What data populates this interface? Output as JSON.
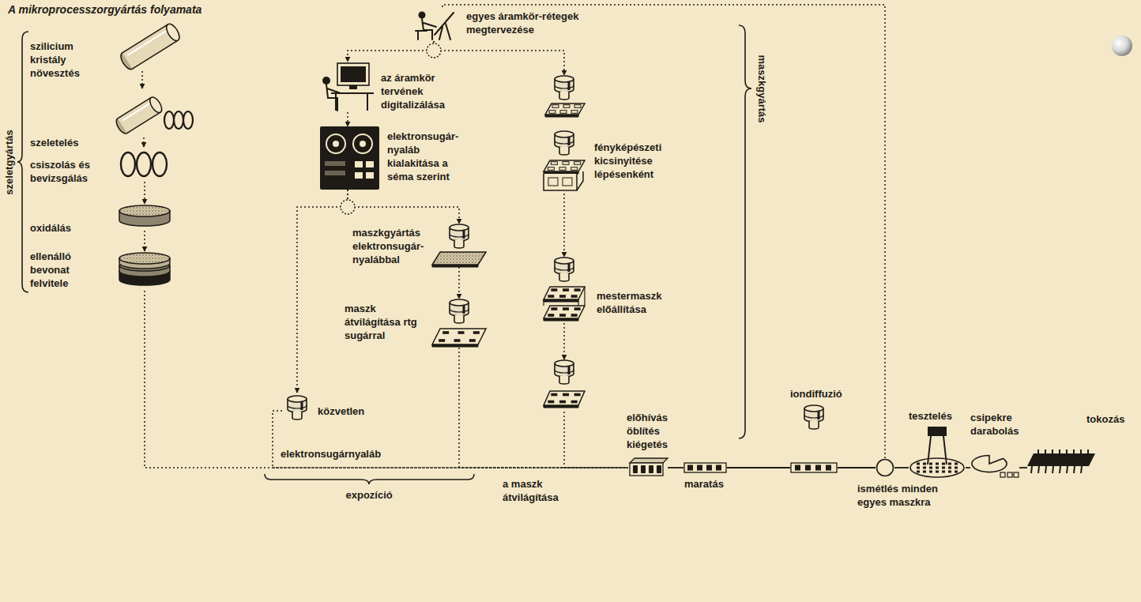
{
  "diagram": {
    "title": "A mikroprocesszorgyártás folyamata",
    "nodes": [
      {
        "text": [
          "szilicium kristály növesztés"
        ]
      },
      {
        "text": [
          "szeletelés"
        ]
      },
      {
        "text": [
          "csiszolás és bevizsgálás"
        ]
      },
      {
        "text": [
          "oxidálás"
        ]
      },
      {
        "text": [
          "ellenálló bevonat felvitele"
        ]
      },
      {
        "text": [
          "egyes áramkör-rétegek megtervezése"
        ]
      },
      {
        "text": [
          "az áramkör tervének digitalizálása"
        ]
      },
      {
        "text": [
          "elektronsugár-nyaláb kialakitása a séma szerint"
        ]
      },
      {
        "text": [
          "fényképészeti kicsinyitése lépésenként"
        ]
      },
      {
        "text": [
          "maszkgyártás elektronsugár-nyalábbal"
        ]
      },
      {
        "text": [
          "maszk átvilágítása rtg sugárral"
        ]
      },
      {
        "text": [
          "mestermaszk előállítása"
        ]
      },
      {
        "text": [
          "közvetlen",
          "elektronsugárnyaláb"
        ]
      },
      {
        "text": [
          "a maszk átvilágítása"
        ]
      },
      {
        "text": [
          "előhívás öblítés kiégetés"
        ]
      },
      {
        "text": [
          "maratás"
        ]
      },
      {
        "text": [
          "iondiffuzió"
        ]
      },
      {
        "text": [
          "ismétlés minden egyes maszkra"
        ]
      },
      {
        "text": [
          "tesztelés"
        ]
      },
      {
        "text": [
          "csipekre darabolás"
        ]
      },
      {
        "text": [
          "tokozás"
        ]
      }
    ],
    "edges": [
      {
        "from": 0,
        "to": 1,
        "arrow": "to"
      },
      {
        "from": 1,
        "to": 2,
        "arrow": "to"
      },
      {
        "from": 2,
        "to": 3,
        "arrow": "to"
      },
      {
        "from": 3,
        "to": 4,
        "arrow": "to"
      },
      {
        "from": 5,
        "to": 6,
        "arrow": "to"
      },
      {
        "from": 5,
        "to": 8,
        "arrow": "to"
      },
      {
        "from": 6,
        "to": 7,
        "arrow": "to"
      },
      {
        "from": 7,
        "to": 9,
        "arrow": "to"
      },
      {
        "from": 7,
        "to": 12,
        "arrow": "to"
      },
      {
        "from": 9,
        "to": 10,
        "arrow": "to"
      },
      {
        "from": 8,
        "to": 11,
        "arrow": "to"
      },
      {
        "from": 11,
        "to": 13,
        "arrow": "to"
      },
      {
        "from": 4,
        "to": 14,
        "arrow": "none"
      },
      {
        "from": 12,
        "to": 14,
        "arrow": "none"
      },
      {
        "from": 10,
        "to": 14,
        "arrow": "none"
      },
      {
        "from": 13,
        "to": 14,
        "arrow": "none"
      },
      {
        "from": 14,
        "to": 15,
        "arrow": "none"
      },
      {
        "from": 15,
        "to": 16,
        "arrow": "none"
      },
      {
        "from": 16,
        "to": 17,
        "arrow": "none"
      },
      {
        "from": 17,
        "to": 18,
        "arrow": "none"
      },
      {
        "from": 18,
        "to": 19,
        "arrow": "none"
      },
      {
        "from": 19,
        "to": 20,
        "arrow": "none"
      },
      {
        "from": 17,
        "to": 5,
        "arrow": "none"
      }
    ],
    "labels": [
      "szeletgyártás",
      "maszkgyártás",
      "expozíció"
    ]
  }
}
